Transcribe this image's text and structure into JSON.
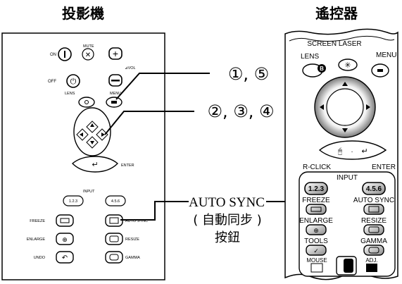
{
  "titles": {
    "projector": "投影機",
    "remote": "遙控器"
  },
  "callouts": {
    "step_a": "①, ⑤",
    "step_b": "②, ③, ④",
    "button_name": "AUTO SYNC",
    "button_cn": "( 自動同步 )",
    "button_suffix": "按鈕"
  },
  "projector": {
    "on": "ON",
    "off": "OFF",
    "mute": "MUTE",
    "vol": "⊿VOL",
    "lens": "LENS",
    "menu": "MENU",
    "enter": "ENTER",
    "input": "INPUT",
    "input1": "1.2.3",
    "input2": "4.5.6",
    "freeze": "FREEZE",
    "auto_sync": "AUTO SYNC",
    "enlarge": "ENLARGE",
    "resize": "RESIZE",
    "undo": "UNDO",
    "gamma": "GAMMA"
  },
  "remote": {
    "lens": "LENS",
    "screen_laser": "SCREEN LASER",
    "menu": "MENU",
    "r_click": "R-CLICK",
    "enter": "ENTER",
    "input": "INPUT",
    "input1": "1.2.3",
    "input2": "4.5.6",
    "freeze": "FREEZE",
    "auto_sync": "AUTO SYNC",
    "enlarge": "ENLARGE",
    "resize": "RESIZE",
    "tools": "TOOLS",
    "gamma": "GAMMA",
    "mouse": "MOUSE",
    "adj": "ADJ."
  }
}
